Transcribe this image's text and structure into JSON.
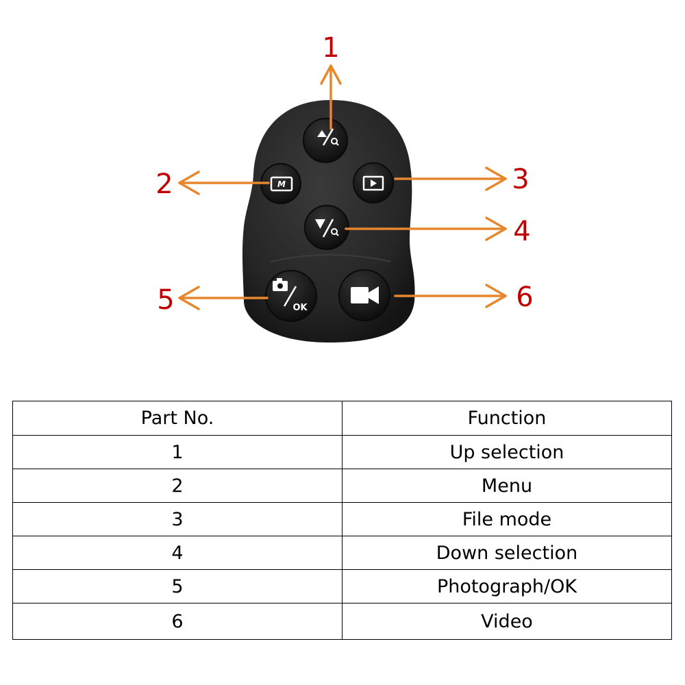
{
  "diagram": {
    "callouts": [
      "1",
      "2",
      "3",
      "4",
      "5",
      "6"
    ],
    "buttons": {
      "menu_glyph": "M",
      "ok_glyph": "OK"
    },
    "colors": {
      "arrow": "#e8862e",
      "callout_text": "#c00000",
      "remote_body": "#262626",
      "button": "#161616",
      "glyph": "#ffffff"
    }
  },
  "table": {
    "headers": [
      "Part No.",
      "Function"
    ],
    "rows": [
      [
        "1",
        "Up selection"
      ],
      [
        "2",
        "Menu"
      ],
      [
        "3",
        "File mode"
      ],
      [
        "4",
        "Down selection"
      ],
      [
        "5",
        "Photograph/OK"
      ],
      [
        "6",
        "Video"
      ]
    ]
  }
}
